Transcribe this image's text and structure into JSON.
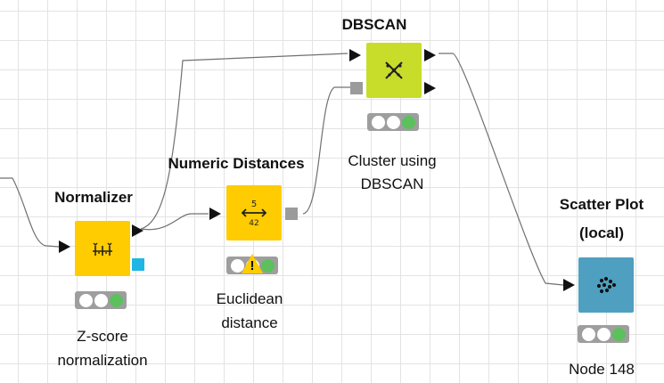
{
  "nodes": {
    "dbscan": {
      "title": "DBSCAN",
      "description_line1": "Cluster  using",
      "description_line2": "DBSCAN",
      "icon": "dbscan-cluster-icon",
      "color": "#c7dd2a",
      "status": "configured"
    },
    "numeric_distances": {
      "title": "Numeric Distances",
      "description_line1": "Euclidean",
      "description_line2": "distance",
      "icon": "distance-icon",
      "color": "#fecc00",
      "status": "warning"
    },
    "normalizer": {
      "title": "Normalizer",
      "description_line1": "Z-score",
      "description_line2": "normalization",
      "icon": "normalizer-icon",
      "color": "#fecc00",
      "status": "configured"
    },
    "scatter_plot": {
      "title_line1": "Scatter Plot",
      "title_line2": "(local)",
      "description": "Node 148",
      "icon": "scatter-plot-icon",
      "color": "#4f9fc0",
      "status": "configured"
    }
  },
  "colors": {
    "grid": "#e3e3e3",
    "connection": "#707070",
    "status_green": "#5cc05c",
    "warning": "#fecc00"
  }
}
